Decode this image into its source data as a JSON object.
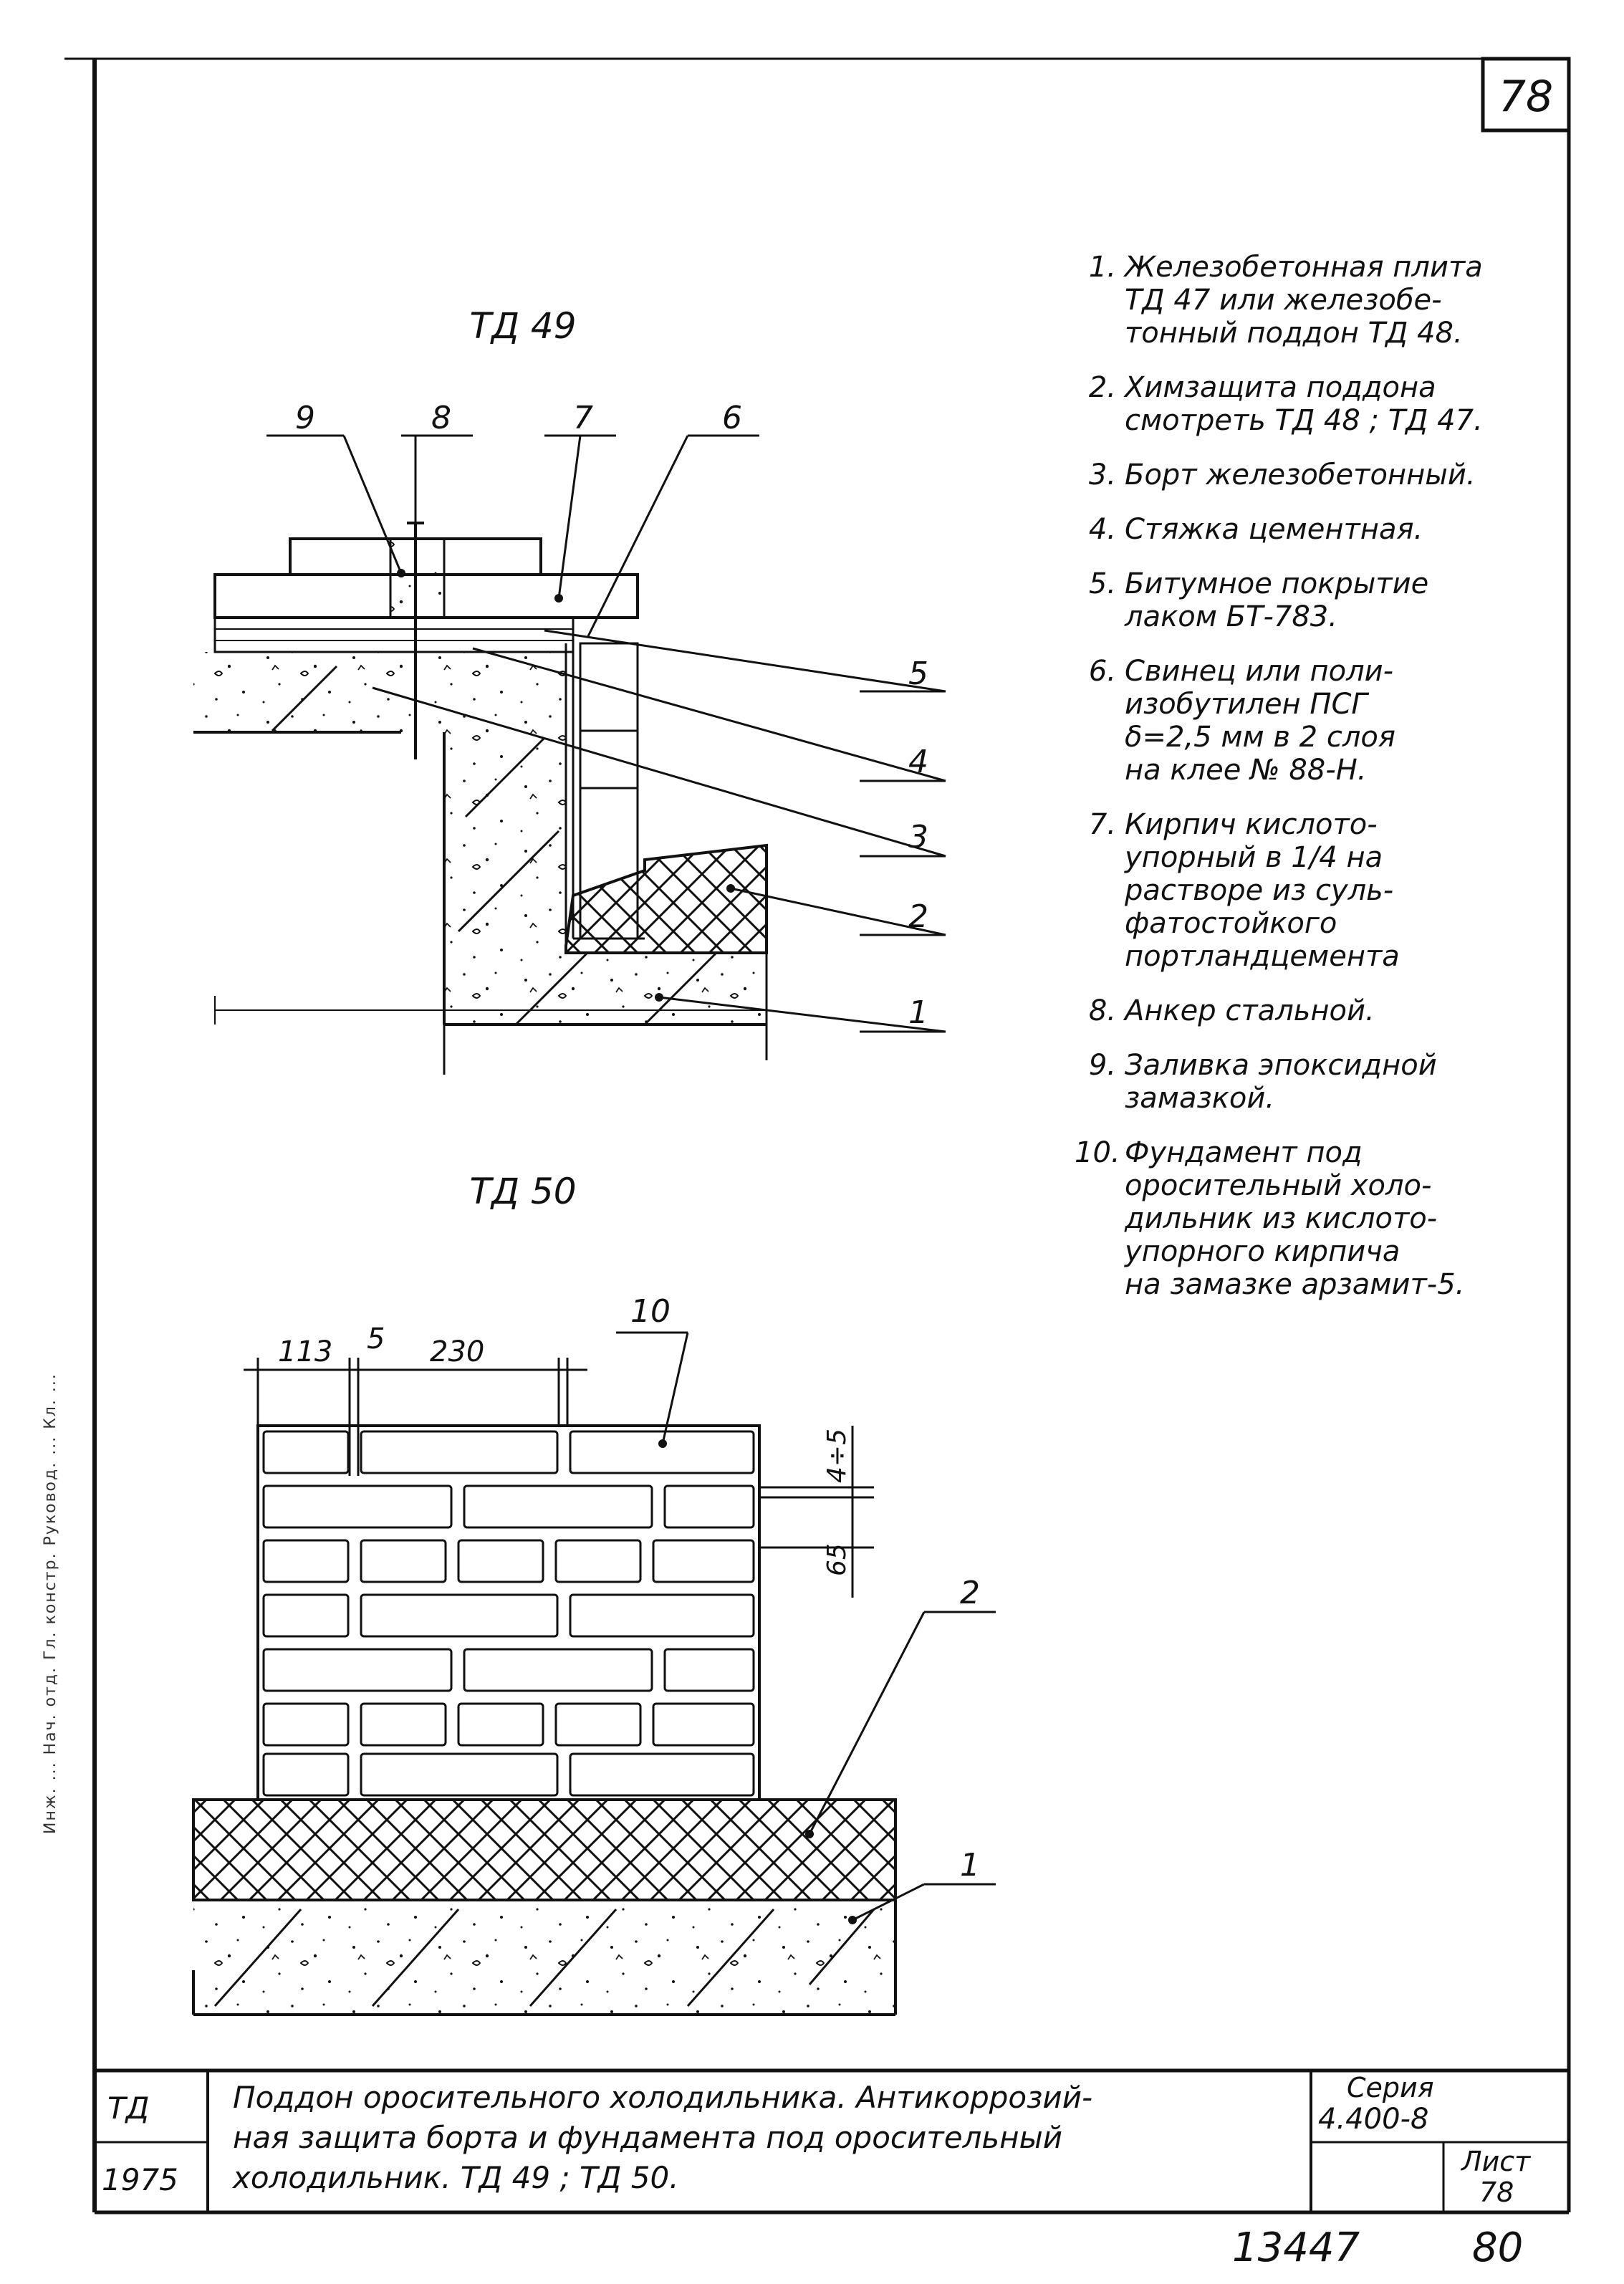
{
  "sheet_number": "78",
  "drawing_titles": {
    "td49": "ТД 49",
    "td50": "ТД 50"
  },
  "td49_callouts": [
    "9",
    "8",
    "7",
    "6",
    "5",
    "4",
    "3",
    "2",
    "1"
  ],
  "td50_callouts": {
    "top": "10",
    "right_upper": "2",
    "right_lower": "1"
  },
  "td50_dimensions": {
    "d113": "113",
    "d5": "5",
    "d230": "230",
    "d4_5": "4÷5",
    "d65": "65"
  },
  "legend": [
    {
      "num": "1.",
      "text": "Железобетонная плита\nТД 47 или железобе-\nтонный поддон ТД 48."
    },
    {
      "num": "2.",
      "text": "Химзащита поддона\nсмотреть ТД 48 ; ТД 47."
    },
    {
      "num": "3.",
      "text": "Борт железобетонный."
    },
    {
      "num": "4.",
      "text": "Стяжка цементная."
    },
    {
      "num": "5.",
      "text": "Битумное покрытие\nлаком БТ-783."
    },
    {
      "num": "6.",
      "text": "Свинец или поли-\nизобутилен ПСГ\nδ=2,5 мм в 2 слоя\nна клее № 88-Н."
    },
    {
      "num": "7.",
      "text": "Кирпич кислото-\nупорный в 1/4 на\nрастворе из суль-\nфатостойкого\nпортландцемента"
    },
    {
      "num": "8.",
      "text": "Анкер стальной."
    },
    {
      "num": "9.",
      "text": "Заливка эпоксидной\nзамазкой."
    },
    {
      "num": "10.",
      "text": "Фундамент под\nоросительный холо-\nдильник из кислото-\nупорного кирпича\nна замазке арзамит-5."
    }
  ],
  "sidebar_text": "Инж. ... Нач. отд. Гл. констр. Руковод. ... Кл. ...",
  "title_block": {
    "code": "ТД",
    "year": "1975",
    "title": "Поддон оросительного холодильника. Антикоррозий-\nная защита борта и фундамента под оросительный\nхолодильник.   ТД 49 ; ТД 50.",
    "series_label": "Серия",
    "series_value": "4.400-8",
    "sheet_label": "Лист",
    "sheet_value": "78"
  },
  "bottom_numbers": {
    "inventory": "13447",
    "page": "80"
  }
}
